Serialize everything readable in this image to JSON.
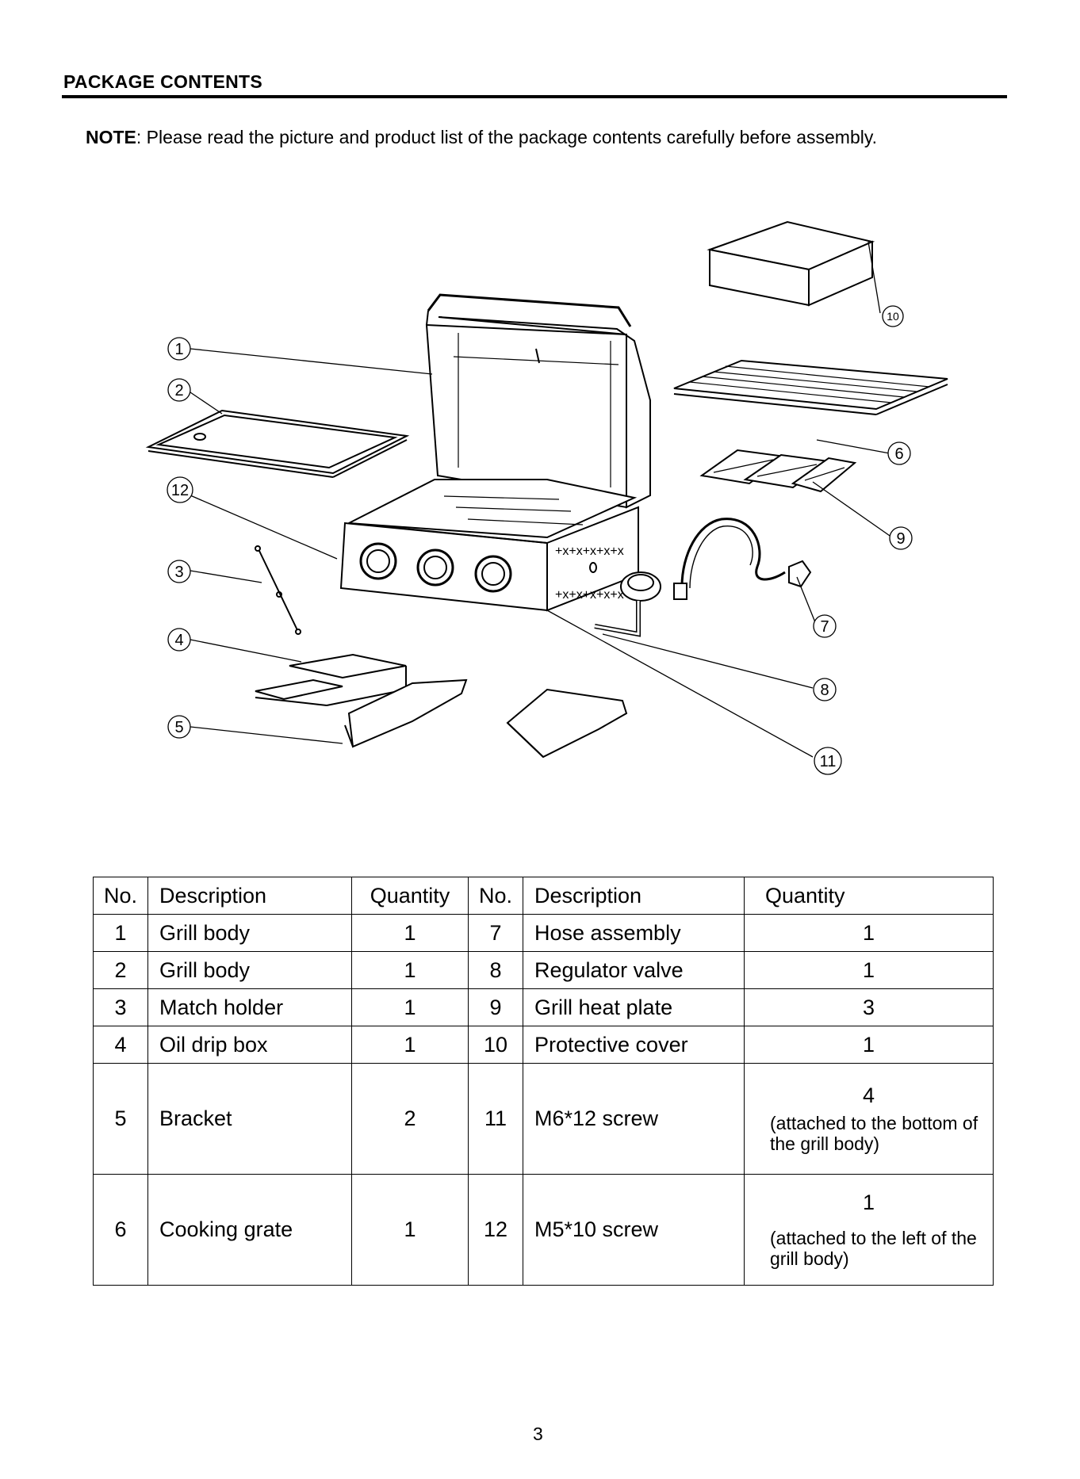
{
  "header": {
    "title": "PACKAGE CONTENTS",
    "note_label": "NOTE",
    "note_text": ": Please read the picture and product list of the package contents carefully before assembly."
  },
  "diagram": {
    "callouts": [
      "1",
      "2",
      "3",
      "4",
      "5",
      "6",
      "7",
      "8",
      "9",
      "10",
      "11",
      "12"
    ]
  },
  "table": {
    "headers": [
      "No.",
      "Description",
      "Quantity",
      "No.",
      "Description",
      "Quantity"
    ],
    "rows": [
      {
        "no_a": "1",
        "desc_a": "Grill body",
        "qty_a": "1",
        "no_b": "7",
        "desc_b": "Hose assembly",
        "qty_b": "1",
        "qty_b_note": ""
      },
      {
        "no_a": "2",
        "desc_a": "Grill body",
        "qty_a": "1",
        "no_b": "8",
        "desc_b": "Regulator valve",
        "qty_b": "1",
        "qty_b_note": ""
      },
      {
        "no_a": "3",
        "desc_a": "Match holder",
        "qty_a": "1",
        "no_b": "9",
        "desc_b": "Grill heat plate",
        "qty_b": "3",
        "qty_b_note": ""
      },
      {
        "no_a": "4",
        "desc_a": "Oil drip box",
        "qty_a": "1",
        "no_b": "10",
        "desc_b": "Protective cover",
        "qty_b": "1",
        "qty_b_note": ""
      },
      {
        "no_a": "5",
        "desc_a": "Bracket",
        "qty_a": "2",
        "no_b": "11",
        "desc_b": "M6*12 screw",
        "qty_b": "4",
        "qty_b_note": "(attached to the bottom of the grill body)"
      },
      {
        "no_a": "6",
        "desc_a": "Cooking grate",
        "qty_a": "1",
        "no_b": "12",
        "desc_b": "M5*10 screw",
        "qty_b": "1",
        "qty_b_note": "(attached to the left of the grill body)"
      }
    ]
  },
  "footer": {
    "page_number": "3"
  }
}
